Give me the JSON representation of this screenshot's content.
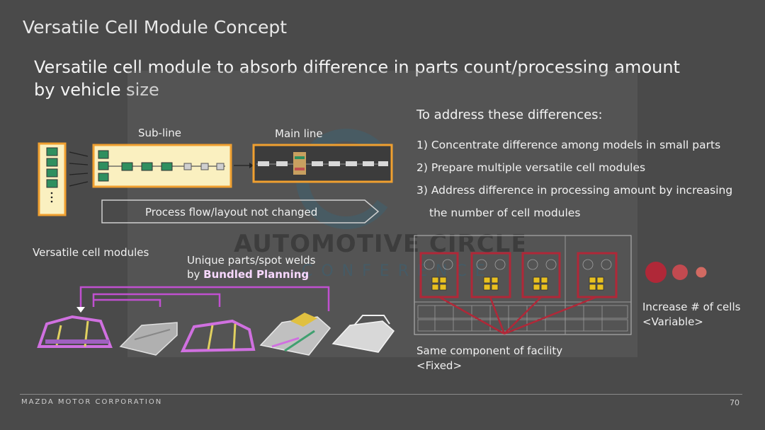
{
  "slide": {
    "title": "Versatile Cell Module Concept",
    "subtitle": "Versatile cell module to absorb difference in parts count/processing amount by vehicle size"
  },
  "diagram": {
    "sub_line_label": "Sub-line",
    "main_line_label": "Main line",
    "process_flow_label": "Process flow/layout not changed",
    "versatile_modules_label": "Versatile cell modules",
    "unique_parts_line1": "Unique parts/spot welds",
    "unique_parts_prefix": "by ",
    "unique_parts_bold": "Bundled Planning",
    "same_component_line1": "Same component of facility",
    "same_component_line2": "<Fixed>",
    "increase_cells_line1": "Increase # of cells",
    "increase_cells_line2": "<Variable>"
  },
  "address": {
    "heading": "To address these differences:",
    "items": [
      "1) Concentrate difference among models in small parts",
      "2) Prepare multiple versatile cell modules",
      "3) Address difference in processing amount by increasing",
      "the number of cell modules"
    ]
  },
  "watermark": {
    "line1": "AUTOMOTIVE CIRCLE",
    "line2": "CONFERENCE"
  },
  "footer": {
    "company": "MAZDA MOTOR CORPORATION",
    "page": "70"
  },
  "colors": {
    "background": "#4a4a4a",
    "orange_frame": "#f0a030",
    "sub_line_fill": "#faf0c0",
    "magenta": "#c050d0",
    "cell_red": "#b02838"
  }
}
